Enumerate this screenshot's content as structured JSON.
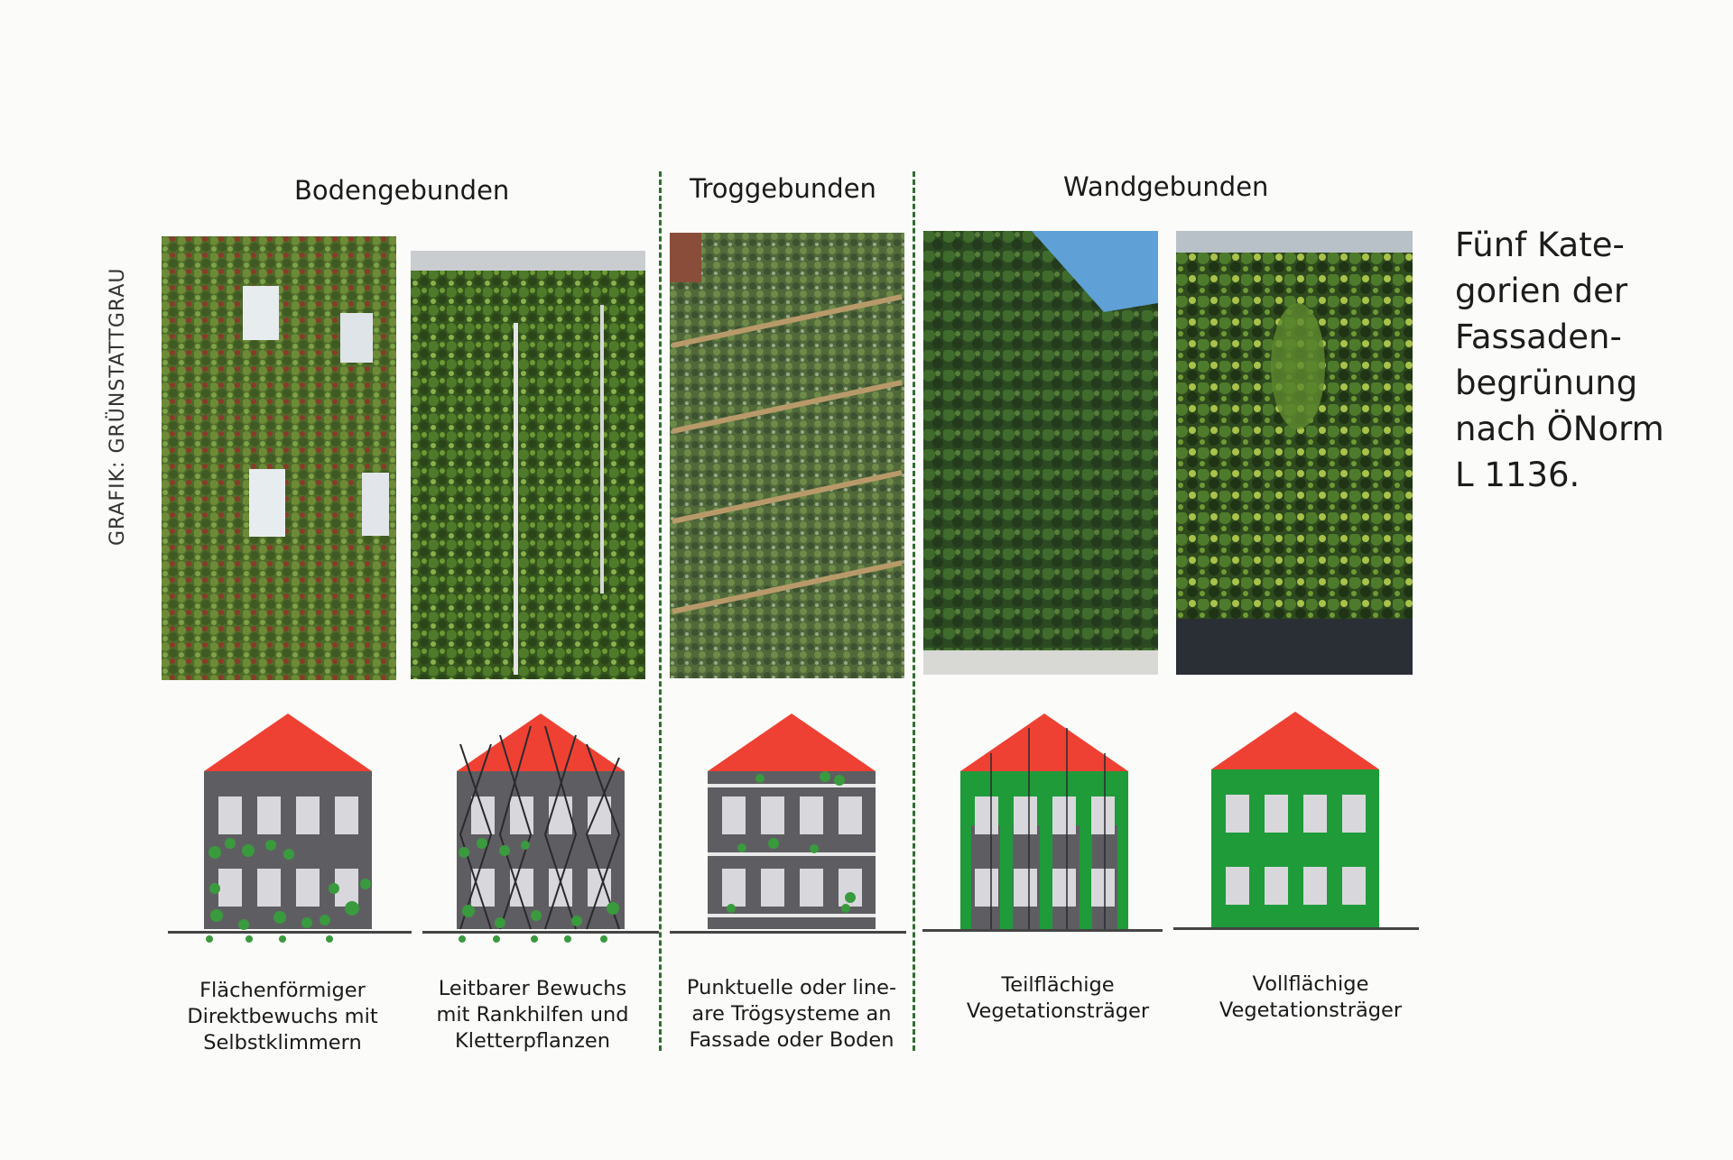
{
  "groups": {
    "bodengebunden": "Bodengebunden",
    "troggebunden": "Troggebunden",
    "wandgebunden": "Wandgebunden"
  },
  "credit": "GRAFIK: GRÜNSTATTGRAU",
  "side_text": [
    "Fünf Kate-",
    "gorien der",
    "Fassaden-",
    "begrünung",
    "nach ÖNorm",
    "L 1136."
  ],
  "categories": [
    {
      "lines": [
        "Flächenförmiger",
        "Direktbewuchs mit",
        "Selbstklimmern"
      ]
    },
    {
      "lines": [
        "Leitbarer Bewuchs",
        "mit Rankhilfen und",
        "Kletterpflanzen"
      ]
    },
    {
      "lines": [
        "Punktuelle oder line-",
        "are Trögsysteme an",
        "Fassade oder Boden"
      ]
    },
    {
      "lines": [
        "Teilflächige",
        "Vegetationsträger"
      ]
    },
    {
      "lines": [
        "Vollflächige",
        "Vegetationsträger"
      ]
    }
  ],
  "colors": {
    "roof": "#ee4133",
    "wall": "#5e5e62",
    "window": "#d8d8dc",
    "green_system": "#1f9b3a",
    "ivy": "#3a9a3e",
    "divider": "#2f6e2f"
  }
}
